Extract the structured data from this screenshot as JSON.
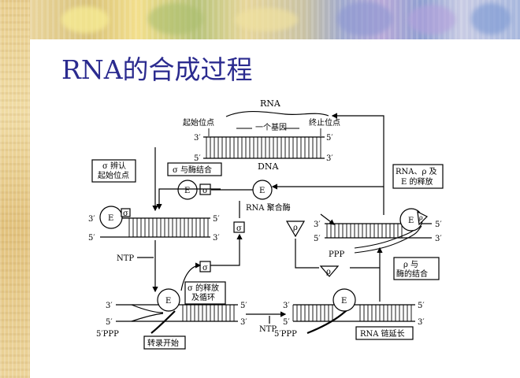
{
  "title": "RNA的合成过程",
  "diagram": {
    "labels": {
      "rna_top": "RNA",
      "start_site": "起始位点",
      "one_gene": "一个基因",
      "stop_site": "终止位点",
      "dna": "DNA",
      "prime3": "3′",
      "prime5": "5′",
      "sigma_recognize_l1": "σ 辨认",
      "sigma_recognize_l2": "起始位点",
      "sigma_enzyme_binding": "σ 与酶结合",
      "release_l1": "RNA、ρ 及",
      "release_l2": "E 的释放",
      "enzyme": "E",
      "sigma": "σ",
      "rho": "ρ",
      "rna_polymerase": "RNA 聚合酶",
      "ntp": "NTP",
      "ppp": "PPP",
      "ppp5": "5′PPP",
      "sigma_release_l1": "σ 的释放",
      "sigma_release_l2": "及循环",
      "rho_enzyme_l1": "ρ 与",
      "rho_enzyme_l2": "酶的结合",
      "transcription_start": "转录开始",
      "rna_elongation": "RNA 链延长"
    }
  }
}
